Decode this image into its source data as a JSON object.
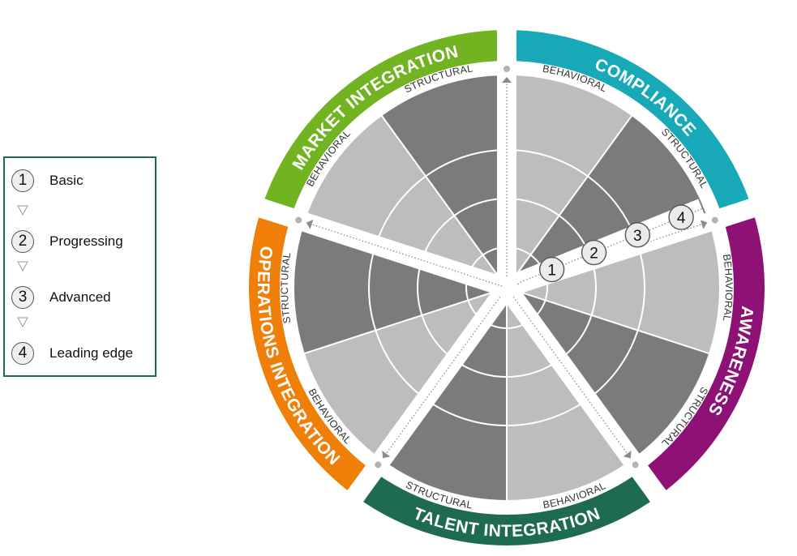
{
  "legend": {
    "items": [
      {
        "num": "1",
        "label": "Basic"
      },
      {
        "num": "2",
        "label": "Progressing"
      },
      {
        "num": "3",
        "label": "Advanced"
      },
      {
        "num": "4",
        "label": "Leading edge"
      }
    ]
  },
  "sub_labels": {
    "structural": "STRUCTURAL",
    "behavioral": "BEHAVIORAL"
  },
  "sectors": [
    {
      "name": "COMPLIANCE",
      "color": "#17a9b8",
      "first": "BEHAVIORAL",
      "second": "STRUCTURAL"
    },
    {
      "name": "AWARENESS",
      "color": "#8e1275",
      "first": "BEHAVIORAL",
      "second": "STRUCTURAL"
    },
    {
      "name": "TALENT INTEGRATION",
      "color": "#1e6b4f",
      "first": "BEHAVIORAL",
      "second": "STRUCTURAL"
    },
    {
      "name": "OPERATIONS INTEGRATION",
      "color": "#f07f0a",
      "first": "BEHAVIORAL",
      "second": "STRUCTURAL"
    },
    {
      "name": "MARKET INTEGRATION",
      "color": "#72b321",
      "first": "BEHAVIORAL",
      "second": "STRUCTURAL"
    }
  ],
  "levels": [
    "1",
    "2",
    "3",
    "4"
  ],
  "colors": {
    "structural_fill": "#7b7b7b",
    "behavioral_fill": "#bdbdbd",
    "ring_line": "#ffffff",
    "gap": "#ffffff"
  }
}
